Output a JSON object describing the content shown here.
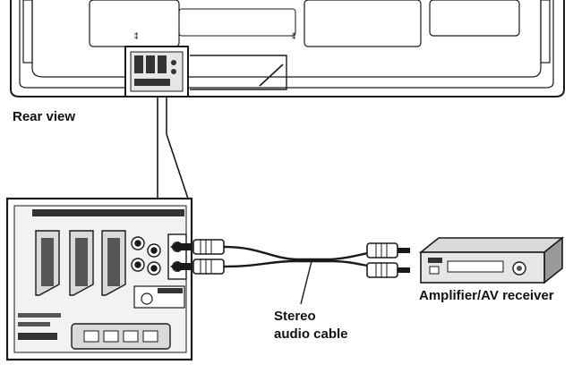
{
  "labels": {
    "rear_view": "Rear view",
    "amplifier": "Amplifier/AV receiver",
    "cable_line1": "Stereo",
    "cable_line2": "audio cable"
  },
  "colors": {
    "line": "#1a1a1a",
    "panel_gray": "#d9d9d9",
    "dark": "#222222"
  },
  "icons": {
    "tv_rear": "tv-rear-panel-illustration",
    "jack_closeup": "audio-out-jack-closeup",
    "rca_cable": "stereo-rca-cable",
    "receiver": "av-receiver-icon"
  }
}
